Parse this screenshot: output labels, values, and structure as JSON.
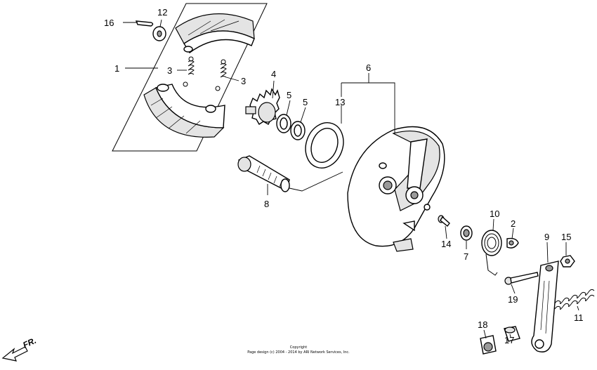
{
  "callouts": {
    "c1": "1",
    "c2": "2",
    "c3a": "3",
    "c3b": "3",
    "c4": "4",
    "c5a": "5",
    "c5b": "5",
    "c6": "6",
    "c7": "7",
    "c8": "8",
    "c9": "9",
    "c10": "10",
    "c11": "11",
    "c12": "12",
    "c13": "13",
    "c14": "14",
    "c15": "15",
    "c16": "16",
    "c17": "17",
    "c18": "18",
    "c19": "19"
  },
  "direction_label": "FR.",
  "footer": {
    "line1": "Copyright",
    "line2": "Page design (c) 2004 - 2014 by ARI Network Services, Inc."
  }
}
